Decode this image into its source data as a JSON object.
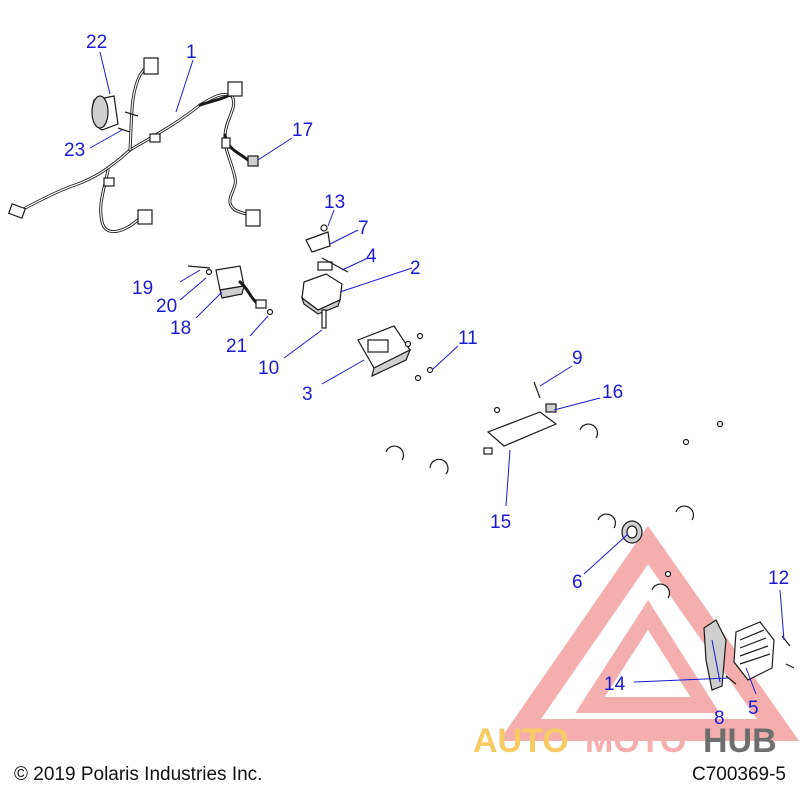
{
  "callouts": [
    {
      "id": "1",
      "text": "1"
    },
    {
      "id": "2",
      "text": "2"
    },
    {
      "id": "3",
      "text": "3"
    },
    {
      "id": "4",
      "text": "4"
    },
    {
      "id": "5",
      "text": "5"
    },
    {
      "id": "6",
      "text": "6"
    },
    {
      "id": "7",
      "text": "7"
    },
    {
      "id": "8",
      "text": "8"
    },
    {
      "id": "9",
      "text": "9"
    },
    {
      "id": "10",
      "text": "10"
    },
    {
      "id": "11",
      "text": "11"
    },
    {
      "id": "12",
      "text": "12"
    },
    {
      "id": "13",
      "text": "13"
    },
    {
      "id": "14",
      "text": "14"
    },
    {
      "id": "15",
      "text": "15"
    },
    {
      "id": "16",
      "text": "16"
    },
    {
      "id": "17",
      "text": "17"
    },
    {
      "id": "18",
      "text": "18"
    },
    {
      "id": "19",
      "text": "19"
    },
    {
      "id": "20",
      "text": "20"
    },
    {
      "id": "21",
      "text": "21"
    },
    {
      "id": "22",
      "text": "22"
    },
    {
      "id": "23",
      "text": "23"
    }
  ],
  "footer": {
    "copyright": "© 2019 Polaris Industries Inc.",
    "drawing_id": "C700369-5"
  },
  "watermark": {
    "part1": "AUTO",
    "part2": "MOTO",
    "part3": "HUB",
    "color_primary": "#f4a0a0",
    "color_secondary": "#f6c24a",
    "color_dark": "#555555"
  },
  "colors": {
    "callout": "#1a1ad0",
    "line": "#1a1a1a"
  }
}
